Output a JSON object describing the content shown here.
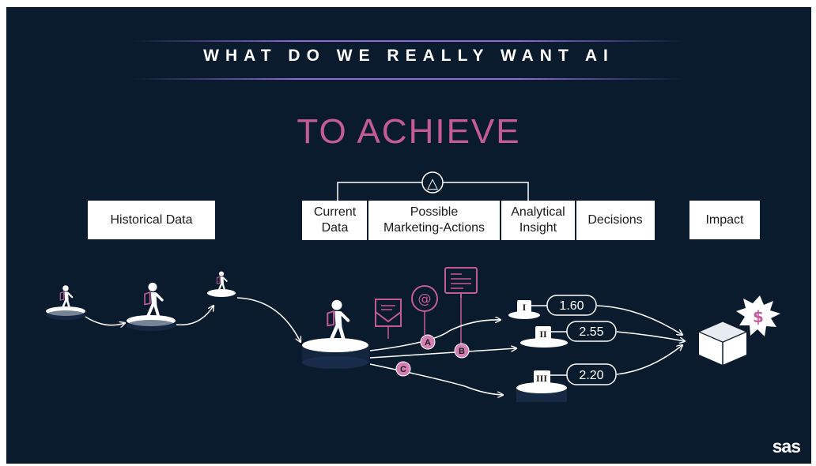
{
  "slide": {
    "heading": "WHAT DO WE REALLY WANT AI",
    "subheading": "TO ACHIEVE",
    "delta_symbol": "△",
    "boxes": {
      "historical": "Historical Data",
      "current": "Current\nData",
      "possible": "Possible\nMarketing-Actions",
      "analytical": "Analytical\nInsight",
      "decisions": "Decisions",
      "impact": "Impact"
    },
    "nodes": {
      "a": "A",
      "b": "B",
      "c": "C"
    },
    "outcomes": [
      {
        "level": "I",
        "value": "1.60"
      },
      {
        "level": "II",
        "value": "2.55"
      },
      {
        "level": "III",
        "value": "2.20"
      }
    ],
    "impact_symbol": "$",
    "logo": "sas",
    "colors": {
      "background": "#0b1b2e",
      "accent": "#c45b99",
      "box": "#ffffff"
    }
  }
}
